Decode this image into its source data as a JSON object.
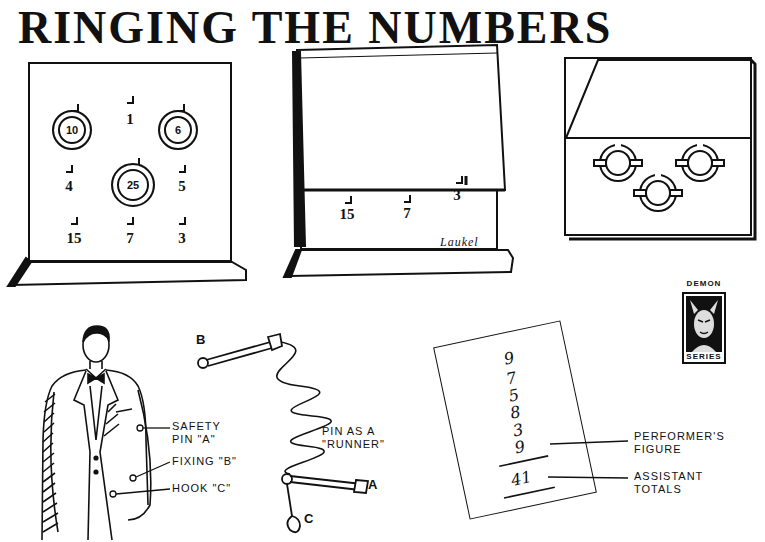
{
  "diagram": {
    "title": "RINGING THE NUMBERS",
    "nodes": [
      {
        "text": [
          "1",
          "4",
          "5",
          "15",
          "7",
          "3"
        ]
      },
      {
        "text": [
          "10"
        ],
        "in": 0
      },
      {
        "text": [
          "6"
        ],
        "in": 0
      },
      {
        "text": [
          "25"
        ],
        "in": 0
      },
      {
        "text": [
          "15",
          "7",
          "3"
        ]
      },
      {
        "text": [
          "DEMON",
          "SERIES"
        ]
      },
      {
        "text": [
          "9",
          "7",
          "5",
          "8",
          "3",
          "9",
          "41"
        ]
      }
    ],
    "labels": [
      "Laukel",
      "SAFETY PIN \"A\"",
      "FIXING \"B\"",
      "HOOK \"C\"",
      "B",
      "PIN AS A \"RUNNER\"",
      "A",
      "C",
      "PERFORMER'S FIGURE",
      "ASSISTANT TOTALS"
    ]
  }
}
